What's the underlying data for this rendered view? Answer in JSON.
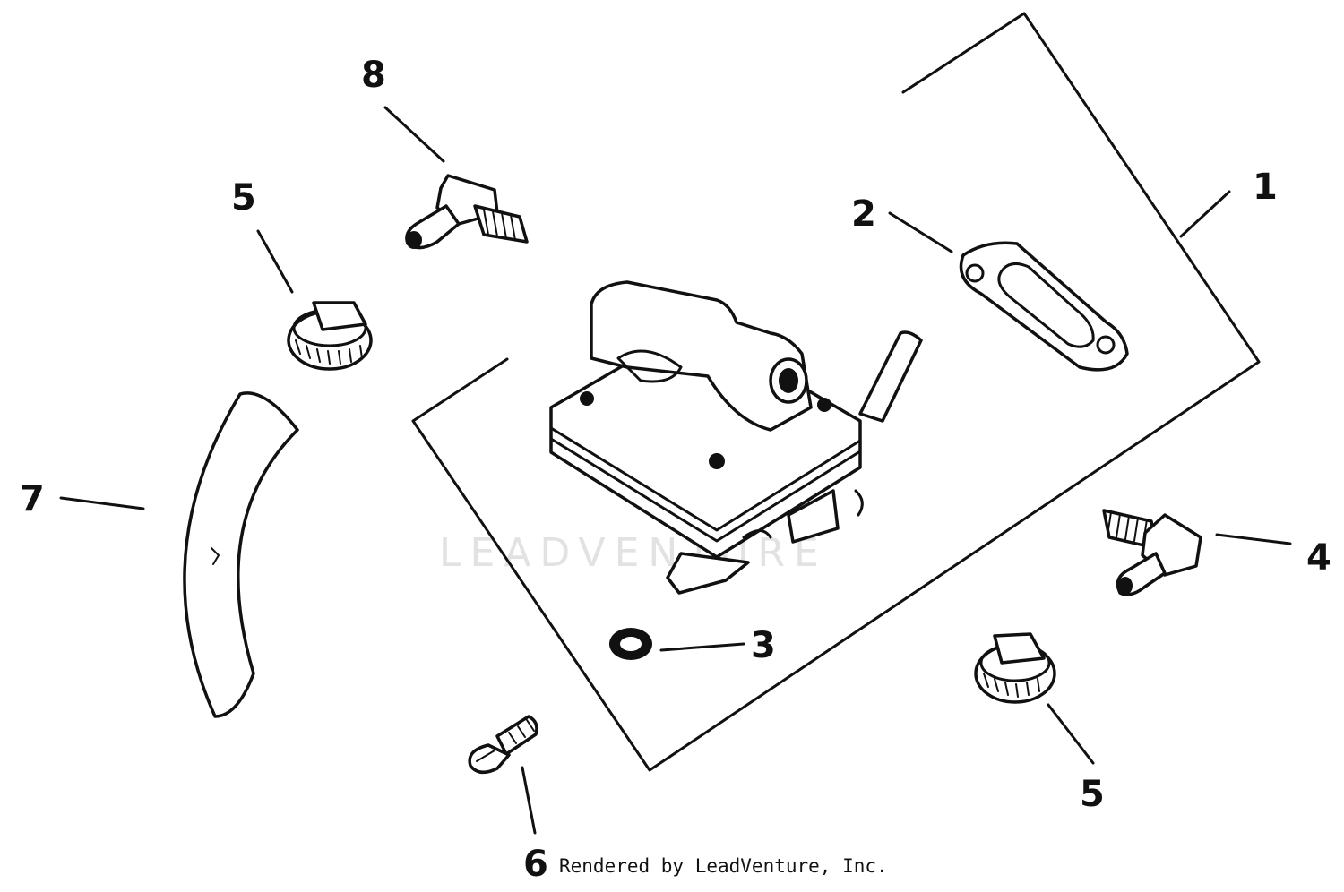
{
  "callouts": [
    {
      "id": "c1",
      "label": "1"
    },
    {
      "id": "c2",
      "label": "2"
    },
    {
      "id": "c3",
      "label": "3"
    },
    {
      "id": "c4",
      "label": "4"
    },
    {
      "id": "c5a",
      "label": "5"
    },
    {
      "id": "c5b",
      "label": "5"
    },
    {
      "id": "c6",
      "label": "6"
    },
    {
      "id": "c7",
      "label": "7"
    },
    {
      "id": "c8",
      "label": "8"
    }
  ],
  "watermark": "LEADVENTURE",
  "credit": "Rendered by LeadVenture, Inc.",
  "colors": {
    "ink": "#111111",
    "paper": "#ffffff",
    "watermark": "#e2e2e2"
  }
}
